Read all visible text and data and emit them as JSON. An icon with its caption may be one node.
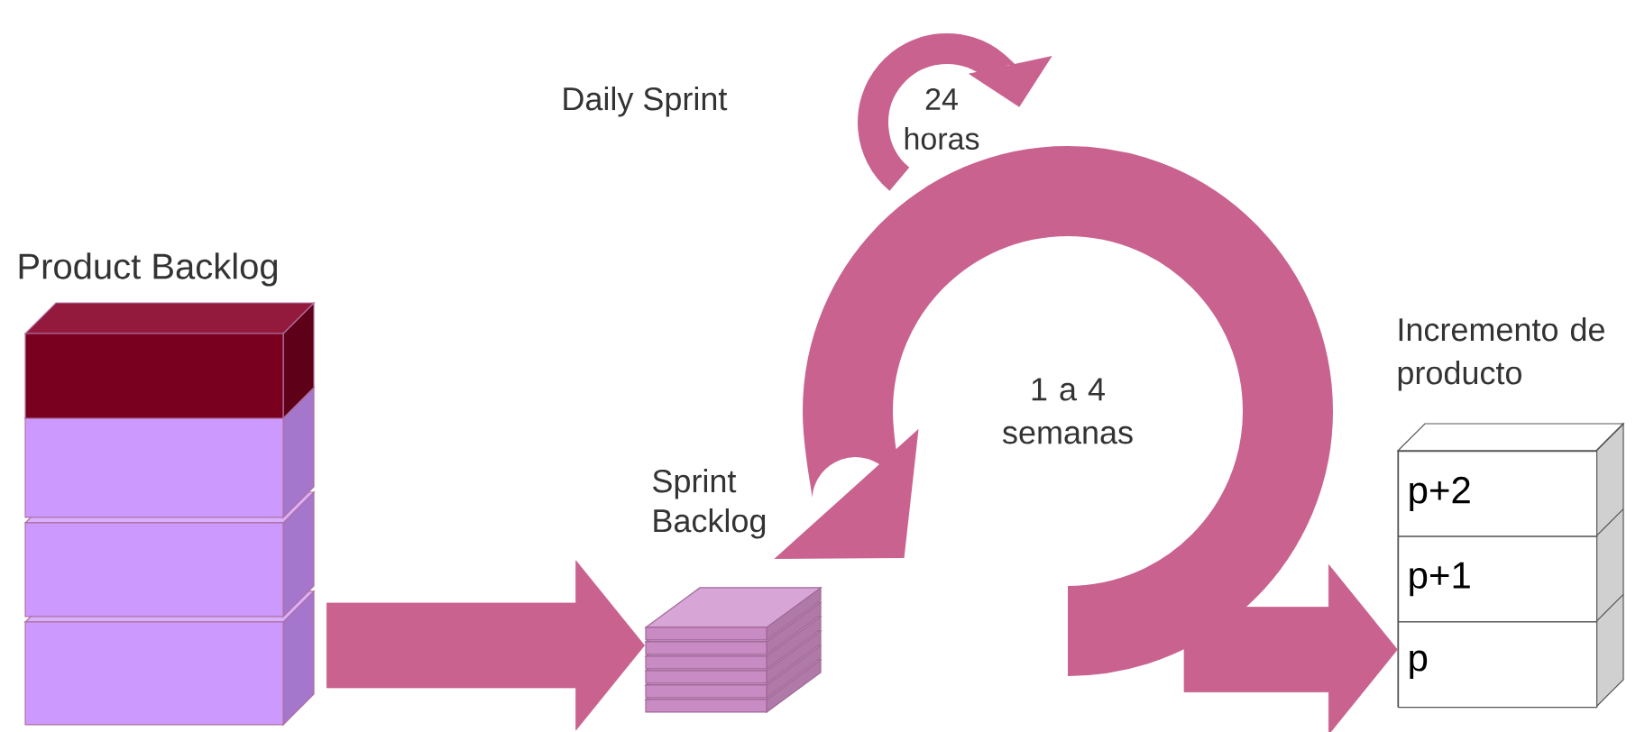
{
  "diagram": {
    "nodes": [
      {
        "text": [
          "Product Backlog"
        ]
      },
      {
        "text": [
          "Sprint Backlog"
        ]
      },
      {
        "text": [
          "1 a 4 semanas"
        ]
      },
      {
        "text": [
          "24 horas"
        ]
      },
      {
        "text": [
          "Incremento de producto"
        ]
      },
      {
        "text": [
          "p+2"
        ],
        "in": 4
      },
      {
        "text": [
          "p+1"
        ],
        "in": 4
      },
      {
        "text": [
          "p"
        ],
        "in": 4
      }
    ],
    "edges": [
      {
        "from": 0,
        "to": 1,
        "arrow": "to"
      },
      {
        "from": 2,
        "to": 4,
        "arrow": "to"
      }
    ],
    "labels": [
      "Daily Sprint"
    ]
  }
}
